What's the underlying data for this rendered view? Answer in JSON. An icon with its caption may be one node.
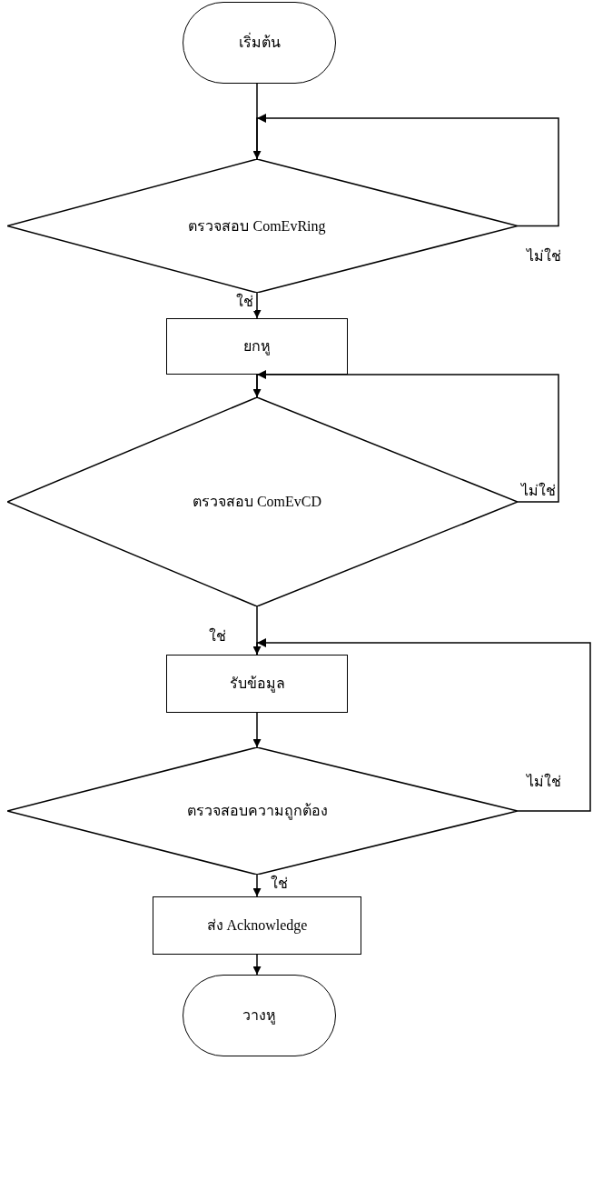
{
  "diagram": {
    "nodes": [
      {
        "text": [
          "เริ่มต้น"
        ]
      },
      {
        "text": [
          "ตรวจสอบ ComEvRing"
        ]
      },
      {
        "text": [
          "ยกหู"
        ]
      },
      {
        "text": [
          "ตรวจสอบ ComEvCD"
        ]
      },
      {
        "text": [
          "รับข้อมูล"
        ]
      },
      {
        "text": [
          "ตรวจสอบความถูกต้อง"
        ]
      },
      {
        "text": [
          "ส่ง Acknowledge"
        ]
      },
      {
        "text": [
          "วางหู"
        ]
      }
    ],
    "edges": [
      {
        "from": 0,
        "to": 1,
        "arrow": "to"
      },
      {
        "from": 1,
        "to": 1,
        "arrow": "to",
        "label": "ไม่ใช่"
      },
      {
        "from": 1,
        "to": 2,
        "arrow": "to",
        "label": "ใช่"
      },
      {
        "from": 2,
        "to": 3,
        "arrow": "to"
      },
      {
        "from": 3,
        "to": 3,
        "arrow": "to",
        "label": "ไม่ใช่"
      },
      {
        "from": 3,
        "to": 4,
        "arrow": "to",
        "label": "ใช่"
      },
      {
        "from": 4,
        "to": 5,
        "arrow": "to"
      },
      {
        "from": 5,
        "to": 4,
        "arrow": "to",
        "label": "ไม่ใช่"
      },
      {
        "from": 5,
        "to": 6,
        "arrow": "to",
        "label": "ใช่"
      },
      {
        "from": 6,
        "to": 7,
        "arrow": "to"
      }
    ]
  }
}
